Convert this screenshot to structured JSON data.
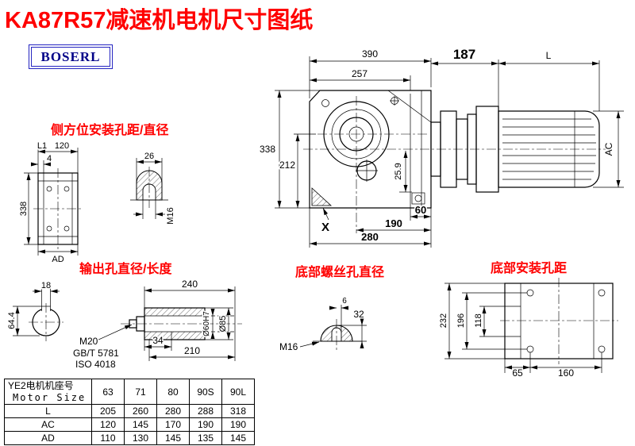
{
  "colors": {
    "accent_red": "#ff0000",
    "logo_blue": "#2424c0",
    "logo_text_blue": "#000088"
  },
  "header": {
    "title": "KA87R57减速机电机尺寸图纸",
    "logo_text": "BOSERL"
  },
  "sections": {
    "side_mount": {
      "label": "侧方位安装孔距/直径",
      "dims": {
        "l1": "L1",
        "w120": "120",
        "t4": "4",
        "h338": "338",
        "ad": "AD",
        "w26": "26",
        "m16": "M16"
      }
    },
    "main_view": {
      "dims": {
        "w390": "390",
        "w257": "257",
        "w187": "187",
        "motor_l": "L",
        "h338": "338",
        "h212": "212",
        "h25_9": "25.9",
        "w60": "60",
        "w190": "190",
        "w280": "280",
        "x_mark": "X",
        "ac": "AC"
      }
    },
    "output": {
      "label": "输出孔直径/长度",
      "dims": {
        "w18": "18",
        "h64_4": "64.4",
        "l240": "240",
        "l34": "34",
        "l210": "210",
        "d60": "Ø60H7",
        "d85": "Ø85",
        "m20": "M20",
        "gb": "GB/T 5781",
        "iso": "ISO 4018"
      }
    },
    "bottom_screw": {
      "label": "底部螺丝孔直径",
      "dims": {
        "h32": "32",
        "r6": "6",
        "m16": "M16"
      }
    },
    "bottom_mount": {
      "label": "底部安装孔距",
      "dims": {
        "h232": "232",
        "h196": "196",
        "h118": "118",
        "w65": "65",
        "w160": "160"
      }
    }
  },
  "table": {
    "size_header_cn": "YE2电机机座号",
    "size_header_en": "Motor Size",
    "columns": [
      "63",
      "71",
      "80",
      "90S",
      "90L"
    ],
    "rows": [
      {
        "label": "L",
        "values": [
          "205",
          "260",
          "280",
          "288",
          "318"
        ]
      },
      {
        "label": "AC",
        "values": [
          "120",
          "145",
          "170",
          "190",
          "190"
        ]
      },
      {
        "label": "AD",
        "values": [
          "110",
          "130",
          "145",
          "135",
          "145"
        ]
      }
    ]
  }
}
